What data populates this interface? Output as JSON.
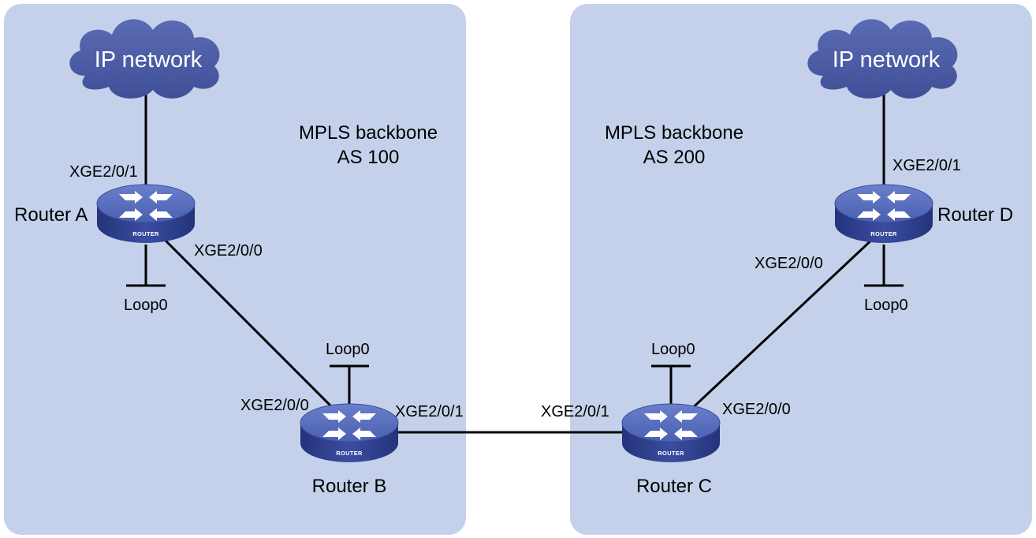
{
  "colors": {
    "panel": "#c5d1ea",
    "cloud": "#4d5ea8",
    "router_top": "#5a6fbd",
    "router_body": "#2e3f8f",
    "link": "#000000"
  },
  "as_left": {
    "line1": "MPLS backbone",
    "line2": "AS 100"
  },
  "as_right": {
    "line1": "MPLS backbone",
    "line2": "AS 200"
  },
  "clouds": {
    "left": "IP network",
    "right": "IP network"
  },
  "router_tag": "ROUTER",
  "routers": {
    "a": {
      "name": "Router A",
      "if_up": "XGE2/0/1",
      "if_down": "XGE2/0/0",
      "loop": "Loop0"
    },
    "b": {
      "name": "Router B",
      "if_left": "XGE2/0/0",
      "if_right": "XGE2/0/1",
      "loop": "Loop0"
    },
    "c": {
      "name": "Router C",
      "if_left": "XGE2/0/1",
      "if_right": "XGE2/0/0",
      "loop": "Loop0"
    },
    "d": {
      "name": "Router D",
      "if_up": "XGE2/0/1",
      "if_down": "XGE2/0/0",
      "loop": "Loop0"
    }
  },
  "icons": {
    "router": "router-icon",
    "cloud": "cloud-icon",
    "loopback": "loopback-icon"
  }
}
